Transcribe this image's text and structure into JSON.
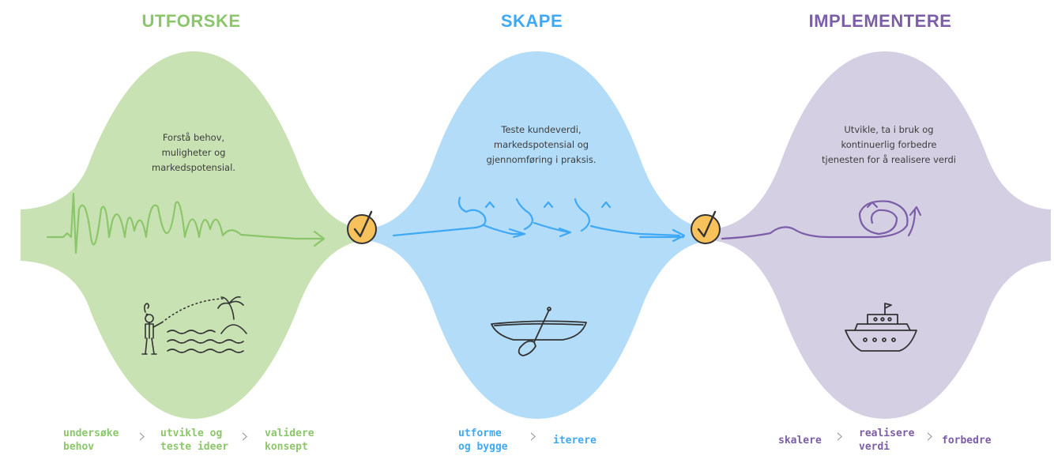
{
  "colors": {
    "green": "#8cc66a",
    "green_fill": "#c9e2b3",
    "blue": "#3fa9f5",
    "blue_fill": "#b3dcf8",
    "purple": "#7b5ea7",
    "purple_fill": "#d5cfe3",
    "checkpoint": "#f7c15c"
  },
  "phases": [
    {
      "title": "UTFORSKE",
      "description": [
        "Forstå behov,",
        "muligheter og",
        "markedspotensial."
      ],
      "illustration_icon": "explorer-island-icon",
      "steps": [
        [
          "undersøke",
          "behov"
        ],
        [
          "utvikle og",
          "teste ideer"
        ],
        [
          "validere",
          "konsept"
        ]
      ]
    },
    {
      "title": "SKAPE",
      "description": [
        "Teste kundeverdi,",
        "markedspotensial og",
        "gjennomføring i praksis."
      ],
      "illustration_icon": "rowboat-icon",
      "steps": [
        [
          "utforme",
          "og bygge"
        ],
        [
          "iterere"
        ]
      ]
    },
    {
      "title": "IMPLEMENTERE",
      "description": [
        "Utvikle, ta i bruk og",
        "kontinuerlig forbedre",
        "tjenesten for å realisere verdi"
      ],
      "illustration_icon": "ship-icon",
      "steps": [
        [
          "skalere"
        ],
        [
          "realisere",
          "verdi"
        ],
        [
          "forbedre"
        ]
      ]
    }
  ]
}
